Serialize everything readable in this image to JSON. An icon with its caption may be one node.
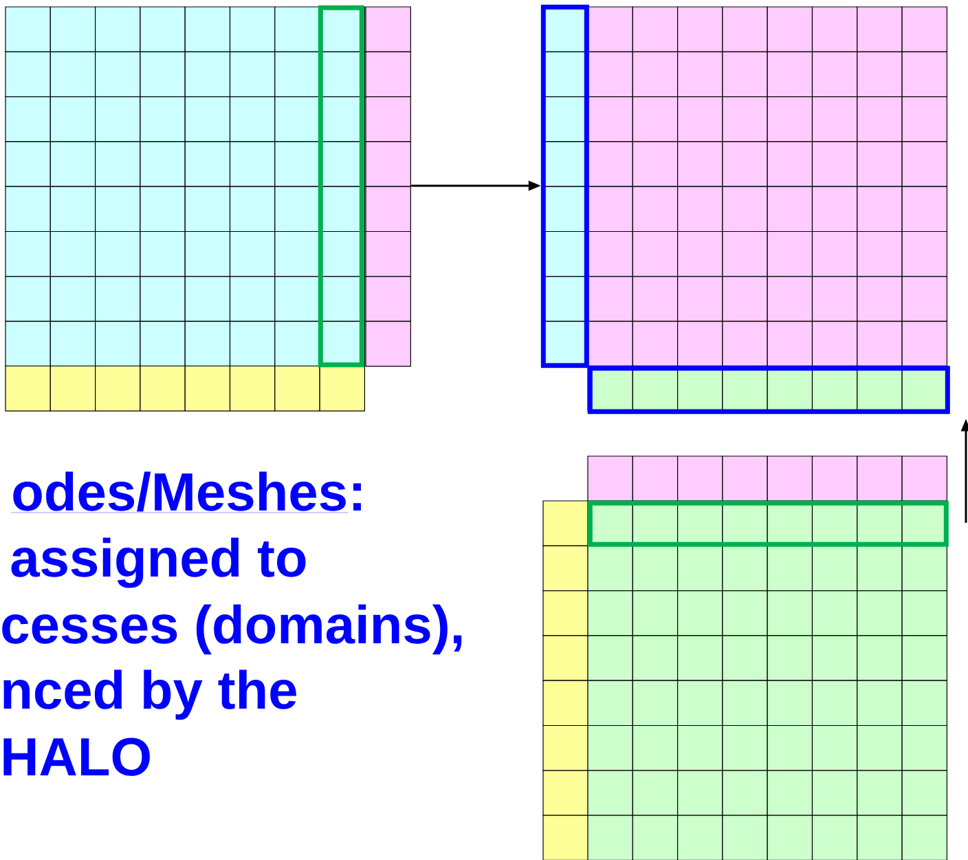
{
  "diagram": {
    "nodes": [
      {
        "text": [],
        "shape": "box"
      },
      {
        "text": [],
        "shape": "box",
        "in": 0
      },
      {
        "text": [],
        "shape": "box"
      },
      {
        "text": [],
        "shape": "box",
        "in": 2
      },
      {
        "text": [],
        "shape": "box",
        "in": 2
      },
      {
        "text": [],
        "shape": "box"
      },
      {
        "text": [],
        "shape": "box",
        "in": 5
      }
    ],
    "edges": [
      {
        "from": 0,
        "to": 3,
        "arrow": "to"
      },
      {
        "from": 5,
        "to": 4,
        "arrow": "to"
      }
    ],
    "labels": [
      "odes/Meshes",
      ":",
      "assigned to",
      "cesses (domains),",
      "nced by the",
      "HALO"
    ]
  }
}
